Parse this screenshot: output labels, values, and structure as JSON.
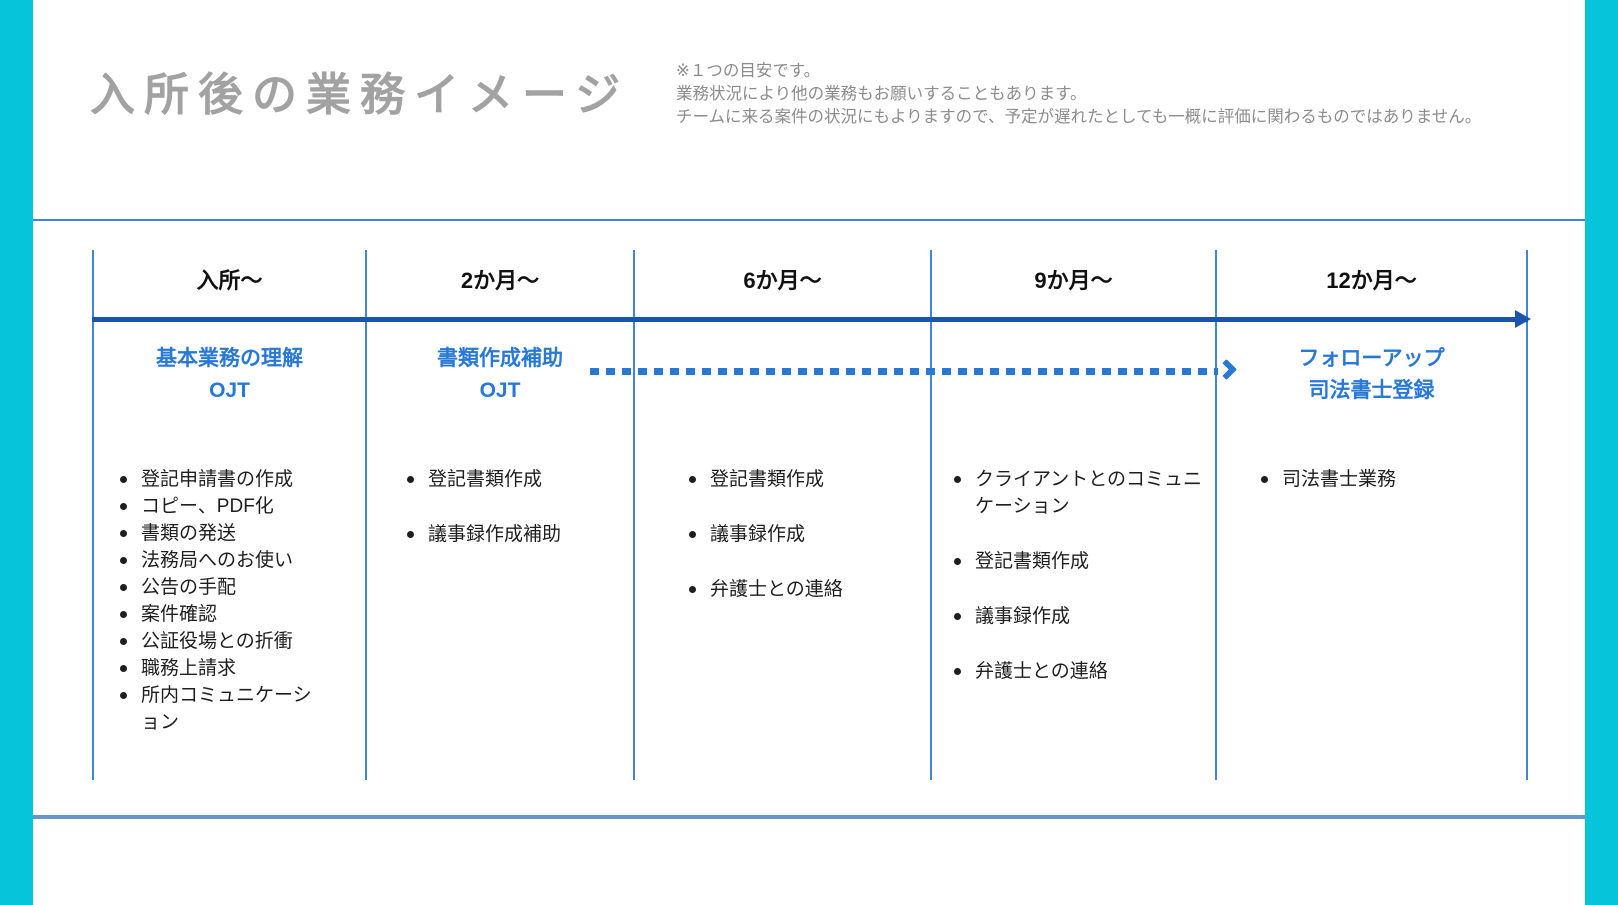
{
  "header": {
    "title": "入所後の業務イメージ",
    "notes": [
      "※１つの目安です。",
      "業務状況により他の業務もお願いすることもあります。",
      "チームに来る案件の状況にもよりますので、予定が遅れたとしても一概に評価に関わるものではありません。"
    ]
  },
  "timeline": {
    "columns": [
      {
        "period": "入所〜",
        "heading_lines": [
          "基本業務の理解",
          "OJT"
        ],
        "tasks": [
          "登記申請書の作成",
          "コピー、PDF化",
          "書類の発送",
          "法務局へのお使い",
          "公告の手配",
          "案件確認",
          "公証役場との折衝",
          "職務上請求",
          "所内コミュニケーション"
        ]
      },
      {
        "period": "2か月〜",
        "heading_lines": [
          "書類作成補助",
          "OJT"
        ],
        "tasks": [
          "登記書類作成",
          "議事録作成補助"
        ]
      },
      {
        "period": "6か月〜",
        "heading_lines": [],
        "tasks": [
          "登記書類作成",
          "議事録作成",
          "弁護士との連絡"
        ]
      },
      {
        "period": "9か月〜",
        "heading_lines": [],
        "tasks": [
          "クライアントとのコミュニケーション",
          "登記書類作成",
          "議事録作成",
          "弁護士との連絡"
        ]
      },
      {
        "period": "12か月〜",
        "heading_lines": [
          "フォローアップ",
          "司法書士登録"
        ],
        "tasks": [
          "司法書士業務"
        ]
      }
    ]
  },
  "icons": {
    "axis_arrowhead": "arrow-right",
    "dotted_arrowhead": "arrow-right",
    "bullet": "dot"
  },
  "colors": {
    "accent_cyan": "#06c4d9",
    "heading_blue": "#2878d6",
    "axis_blue": "#1b54ae",
    "grid_blue": "#4285d4",
    "bottom_rule_blue": "#6795c8",
    "title_gray": "#a2a2a2",
    "note_gray": "#8c8c8c",
    "text_black": "#1e1e1e"
  }
}
